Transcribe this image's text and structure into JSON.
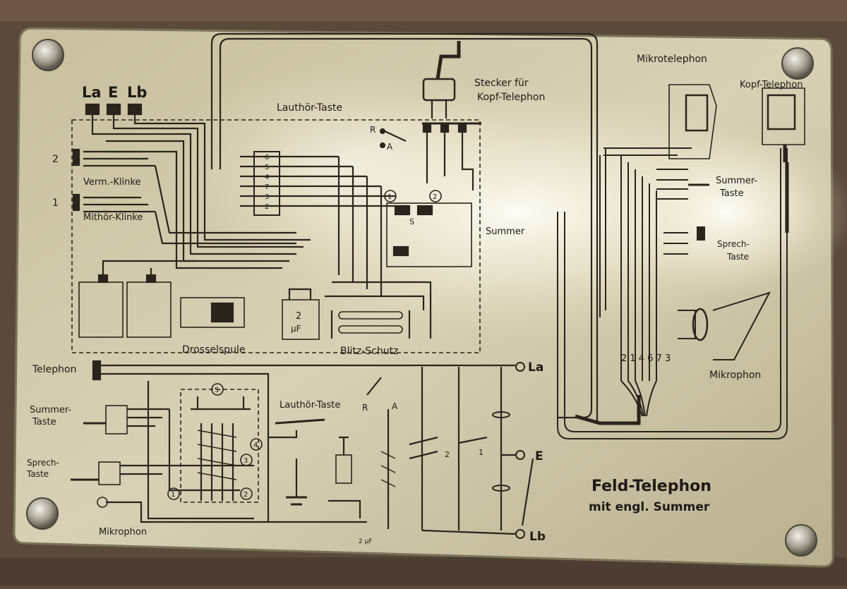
{
  "plate": {
    "title": "Feld-Telephon",
    "subtitle": "mit engl. Summer",
    "colors": {
      "background": "#5b4a3c",
      "plate": "#c9c1a4",
      "ink": "#1e1a16",
      "glare": "#fbfaf2"
    }
  },
  "top_schematic": {
    "terminals": {
      "la": "La",
      "e": "E",
      "lb": "Lb"
    },
    "klinke_numbers": {
      "n2": "2",
      "n1": "1"
    },
    "verm_klinke": "Verm.-Klinke",
    "mithor_klinke": "Mithör-Klinke",
    "lauthor_taste": "Lauthör-Taste",
    "switch_r": "R",
    "switch_a": "A",
    "stecker": "Stecker für",
    "kopf_telephon": "Kopf-Telephon",
    "terminal_block": [
      "6",
      "5",
      "4",
      "7",
      "3",
      "2"
    ],
    "circle_1": "1",
    "circle_2": "2",
    "s_label": "S",
    "summer": "Summer",
    "drosselspule": "Drosselspule",
    "cap_value": "2",
    "cap_unit": "μF",
    "blitz_schutz": "Blitz-Schutz"
  },
  "right_schematic": {
    "mikrotelephon": "Mikrotelephon",
    "kopf_telephon": "Kopf-Telephon",
    "summer_taste_1": "Summer-",
    "summer_taste_2": "Taste",
    "sprech_taste_1": "Sprech-",
    "sprech_taste_2": "Taste",
    "mikrophon": "Mikrophon",
    "wire_numbers": "2 1 4 6 7 3"
  },
  "bottom_schematic": {
    "telephon": "Telephon",
    "summer_taste_1": "Summer-",
    "summer_taste_2": "Taste",
    "sprech_taste_1": "Sprech-",
    "sprech_taste_2": "Taste",
    "mikrophon": "Mikrophon",
    "lauthor_taste": "Lauthör-Taste",
    "switch_r": "R",
    "switch_a": "A",
    "circle_5": "5",
    "circle_4": "4",
    "circle_3": "3",
    "circle_1": "1",
    "circle_2": "2",
    "klinke_2": "2",
    "klinke_1": "1",
    "cap_small": "2 μF",
    "la": "La",
    "e": "E",
    "lb": "Lb"
  }
}
